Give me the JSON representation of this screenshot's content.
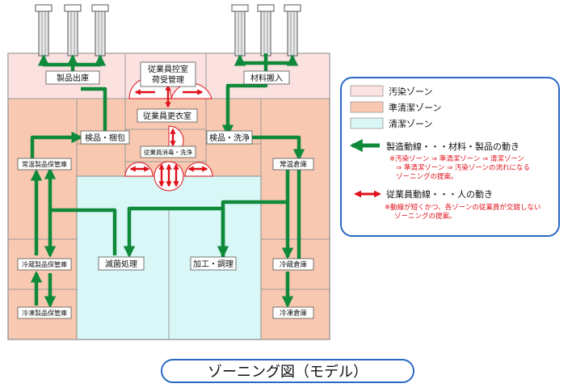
{
  "colors": {
    "contaminated": "#fbe1e0",
    "semiclean": "#f9c8b0",
    "clean": "#d8f7f6",
    "wall": "#9a9a9a",
    "product_flow": "#0e8a3a",
    "person_flow": "#e0101a",
    "frame": "#2b68c4"
  },
  "rooms": {
    "product_out": "製品出庫",
    "control_room_line1": "従業員控室",
    "control_room_line2": "荷受管理",
    "materials_in": "材料搬入",
    "changing_room": "従業員更衣室",
    "inspect_pack": "検品・梱包",
    "inspect_wash": "検品・洗浄",
    "disinfect": "従業員消毒・洗浄",
    "ambient_product_storage": "常温製品保管庫",
    "ambient_warehouse": "常温倉庫",
    "sterilization": "滅菌処理",
    "processing": "加工・調理",
    "chilled_product_storage": "冷蔵製品保管庫",
    "chilled_warehouse": "冷蔵倉庫",
    "frozen_product_storage": "冷凍製品保管庫",
    "frozen_warehouse": "冷凍倉庫"
  },
  "legend": {
    "contaminated_zone": "汚染ゾーン",
    "semiclean_zone": "準清潔ゾーン",
    "clean_zone": "清潔ゾーン",
    "product_flow_label": "製造動線・・・材料・製品の動き",
    "product_flow_note_line1": "※汚染ゾーン ⇒ 準清潔ゾーン ⇒ 清潔ゾーン",
    "product_flow_note_line2": "⇒ 準清潔ゾーン ⇒ 汚染ゾーンの流れになる",
    "product_flow_note_line3": "ゾーニングの提案。",
    "person_flow_label": "従業員動線・・・人の動き",
    "person_flow_note_line1": "※動線が短くかつ、各ゾーンの従業員が交錯しない",
    "person_flow_note_line2": "ゾーニングの提案。"
  },
  "title": "ゾーニング図（モデル）"
}
